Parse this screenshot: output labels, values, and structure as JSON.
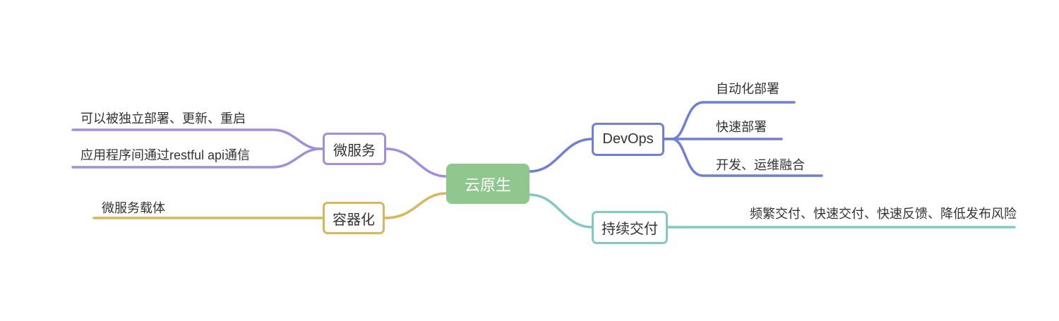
{
  "colors": {
    "root_fill": "#8FC78E",
    "root_text": "#ffffff",
    "purple": "#A18FDC",
    "yellow": "#D9B55C",
    "blue": "#6F80D4",
    "teal": "#82C8C4",
    "text": "#333333",
    "background": "#ffffff"
  },
  "root": {
    "label": "云原生"
  },
  "branches": [
    {
      "label": "微服务",
      "color": "#A18FDC",
      "side": "left",
      "children": [
        "可以被独立部署、更新、重启",
        "应用程序间通过restful api通信"
      ]
    },
    {
      "label": "容器化",
      "color": "#D9B55C",
      "side": "left",
      "children": [
        "微服务载体"
      ]
    },
    {
      "label": "DevOps",
      "color": "#6F80D4",
      "side": "right",
      "children": [
        "自动化部署",
        "快速部署",
        "开发、运维融合"
      ]
    },
    {
      "label": "持续交付",
      "color": "#82C8C4",
      "side": "right",
      "children": [
        "频繁交付、快速交付、快速反馈、降低发布风险"
      ]
    }
  ]
}
